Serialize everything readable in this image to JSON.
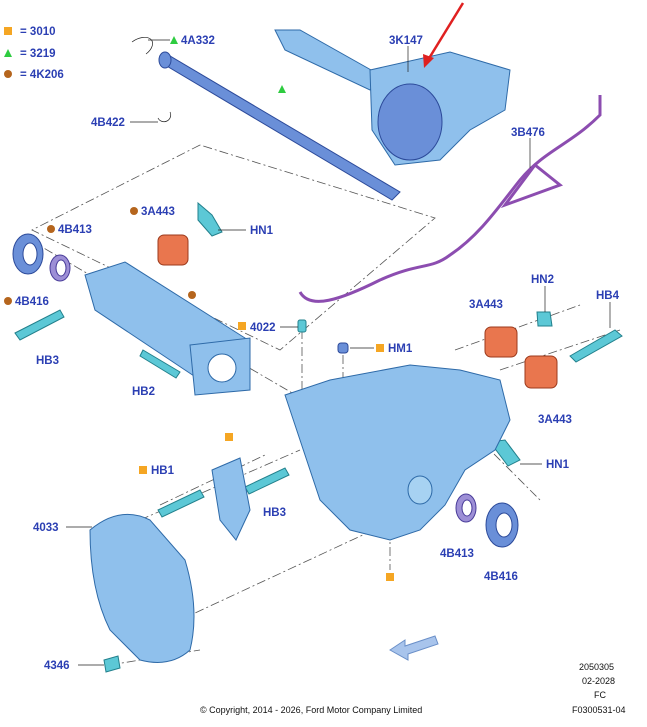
{
  "legend": [
    {
      "code": "3010",
      "marker": "square",
      "color": "#f5a623"
    },
    {
      "code": "3219",
      "marker": "triangle",
      "color": "#2ecc40"
    },
    {
      "code": "4K206",
      "marker": "circle",
      "color": "#b5651d"
    }
  ],
  "callouts": {
    "c_4A332": "4A332",
    "c_3K147": "3K147",
    "c_4B422": "4B422",
    "c_3B476": "3B476",
    "c_4B413_l": "4B413",
    "c_3A443_l": "3A443",
    "c_HN1_t": "HN1",
    "c_4B416_l": "4B416",
    "c_HB3_l": "HB3",
    "c_HB2": "HB2",
    "c_4022": "4022",
    "c_HM1": "HM1",
    "c_HN2": "HN2",
    "c_HB4": "HB4",
    "c_3A443_r1": "3A443",
    "c_3A443_r2": "3A443",
    "c_HN1_r": "HN1",
    "c_HB1": "HB1",
    "c_HB3_c": "HB3",
    "c_4033": "4033",
    "c_4B413_r": "4B413",
    "c_4B416_r": "4B416",
    "c_4346": "4346"
  },
  "footer": {
    "copyright": "© Copyright, 2014 - 2026, Ford Motor Company Limited",
    "code1": "2050305",
    "code2": "02-2028",
    "code3": "FC",
    "code4": "F0300531-04"
  },
  "colors": {
    "callout_text": "#2b3fb3",
    "arrow_red": "#e02020",
    "direction_arrow": "#a8c4ec"
  }
}
